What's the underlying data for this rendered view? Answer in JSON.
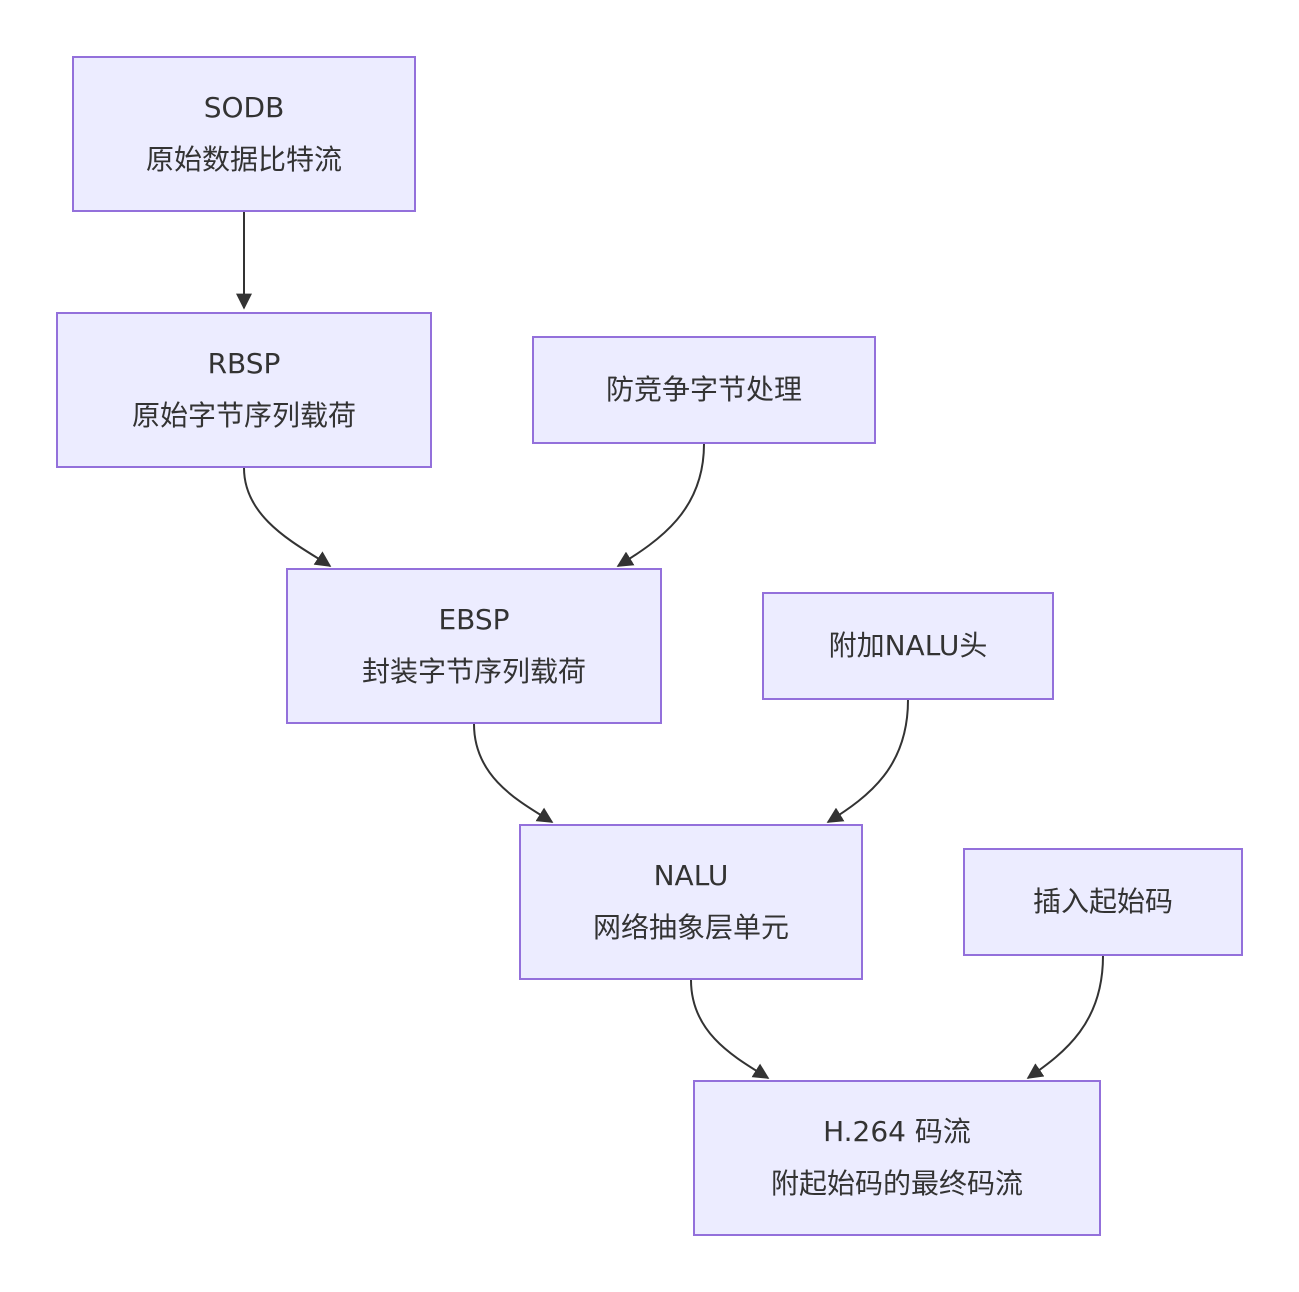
{
  "diagram": {
    "type": "flowchart",
    "direction": "top-down",
    "colors": {
      "node_fill": "#ececff",
      "node_border": "#9370db",
      "edge": "#333333",
      "text": "#333333"
    },
    "nodes": {
      "sodb": {
        "line1": "SODB",
        "line2": "原始数据比特流"
      },
      "rbsp": {
        "line1": "RBSP",
        "line2": "原始字节序列载荷"
      },
      "anti": {
        "line1": "防竞争字节处理"
      },
      "ebsp": {
        "line1": "EBSP",
        "line2": "封装字节序列载荷"
      },
      "naluhdr": {
        "line1": "附加NALU头"
      },
      "nalu": {
        "line1": "NALU",
        "line2": "网络抽象层单元"
      },
      "start": {
        "line1": "插入起始码"
      },
      "h264": {
        "line1": "H.264 码流",
        "line2": "附起始码的最终码流"
      }
    },
    "edges": [
      {
        "from": "sodb",
        "to": "rbsp"
      },
      {
        "from": "rbsp",
        "to": "ebsp"
      },
      {
        "from": "anti",
        "to": "ebsp"
      },
      {
        "from": "ebsp",
        "to": "nalu"
      },
      {
        "from": "naluhdr",
        "to": "nalu"
      },
      {
        "from": "nalu",
        "to": "h264"
      },
      {
        "from": "start",
        "to": "h264"
      }
    ]
  }
}
